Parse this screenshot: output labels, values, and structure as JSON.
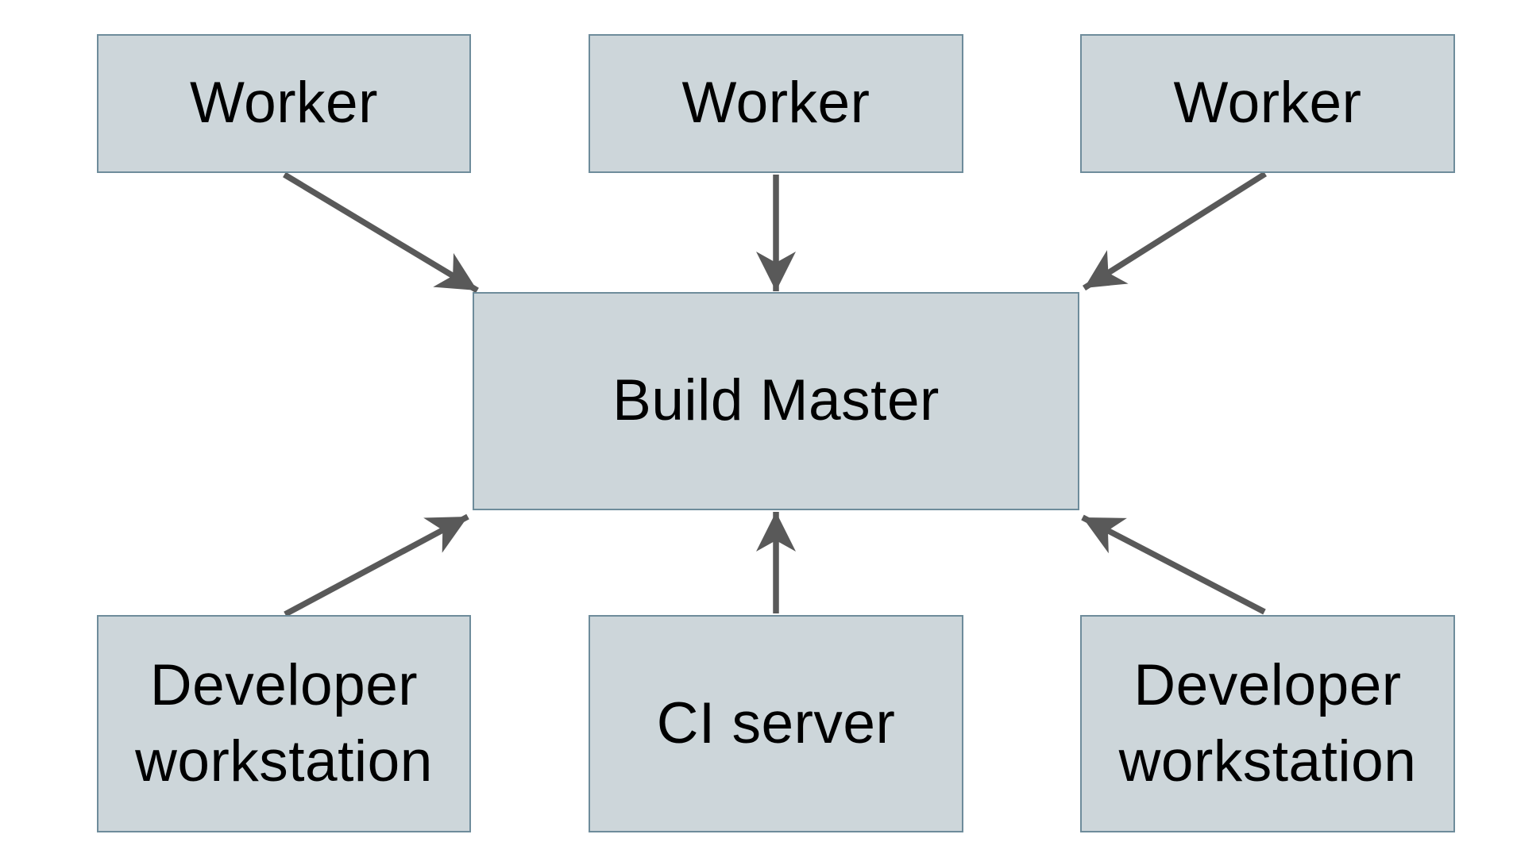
{
  "diagram": {
    "background_color": "#ffffff",
    "node_fill_color": "#cdd6da",
    "node_border_color": "#6e8c9b",
    "node_text_color": "#000000",
    "arrow_color": "#595959",
    "nodes": {
      "worker_left": {
        "label": "Worker"
      },
      "worker_center": {
        "label": "Worker"
      },
      "worker_right": {
        "label": "Worker"
      },
      "build_master": {
        "label": "Build Master"
      },
      "developer_workstation_left": {
        "label": "Developer workstation"
      },
      "ci_server": {
        "label": "CI server"
      },
      "developer_workstation_right": {
        "label": "Developer workstation"
      }
    },
    "edges": [
      {
        "from": "worker_left",
        "to": "build_master",
        "direction": "into-build-master"
      },
      {
        "from": "worker_center",
        "to": "build_master",
        "direction": "into-build-master"
      },
      {
        "from": "worker_right",
        "to": "build_master",
        "direction": "into-build-master"
      },
      {
        "from": "developer_workstation_left",
        "to": "build_master",
        "direction": "into-build-master"
      },
      {
        "from": "ci_server",
        "to": "build_master",
        "direction": "into-build-master"
      },
      {
        "from": "developer_workstation_right",
        "to": "build_master",
        "direction": "into-build-master"
      }
    ]
  }
}
